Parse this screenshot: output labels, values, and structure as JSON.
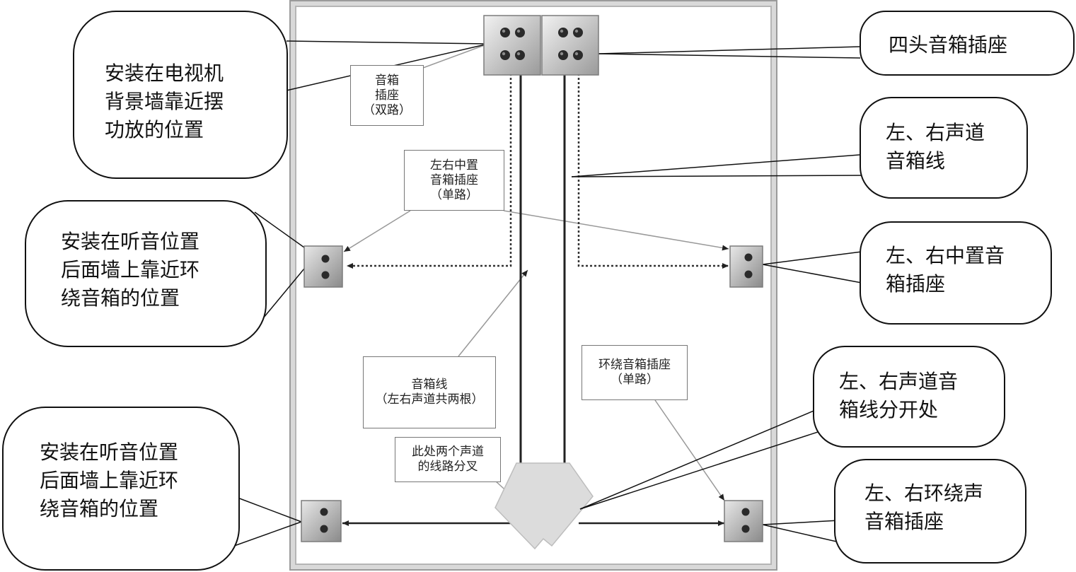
{
  "callouts": {
    "tv_wall": [
      "安装在电视机",
      "背景墙靠近摆",
      "功放的位置"
    ],
    "rear_mid": [
      "安装在听音位置",
      "后面墙上靠近环",
      "绕音箱的位置"
    ],
    "rear_bottom": [
      "安装在听音位置",
      "后面墙上靠近环",
      "绕音箱的位置"
    ],
    "four_head": [
      "四头音箱插座"
    ],
    "lr_cable": [
      "左、右声道",
      "音箱线"
    ],
    "lr_center_socket": [
      "左、右中置音",
      "箱插座"
    ],
    "lr_split": [
      "左、右声道音",
      "箱线分开处"
    ],
    "lr_surround_socket": [
      "左、右环绕声",
      "音箱插座"
    ]
  },
  "labels": {
    "dual_socket": [
      "音箱",
      "插座",
      "（双路）"
    ],
    "center_socket": [
      "左右中置",
      "音箱插座",
      "（单路）"
    ],
    "cable": [
      "音箱线",
      "（左右声道共两根）"
    ],
    "surround_socket": [
      "环绕音箱插座",
      "（单路）"
    ],
    "branch": [
      "此处两个声道",
      "的线路分叉"
    ]
  }
}
